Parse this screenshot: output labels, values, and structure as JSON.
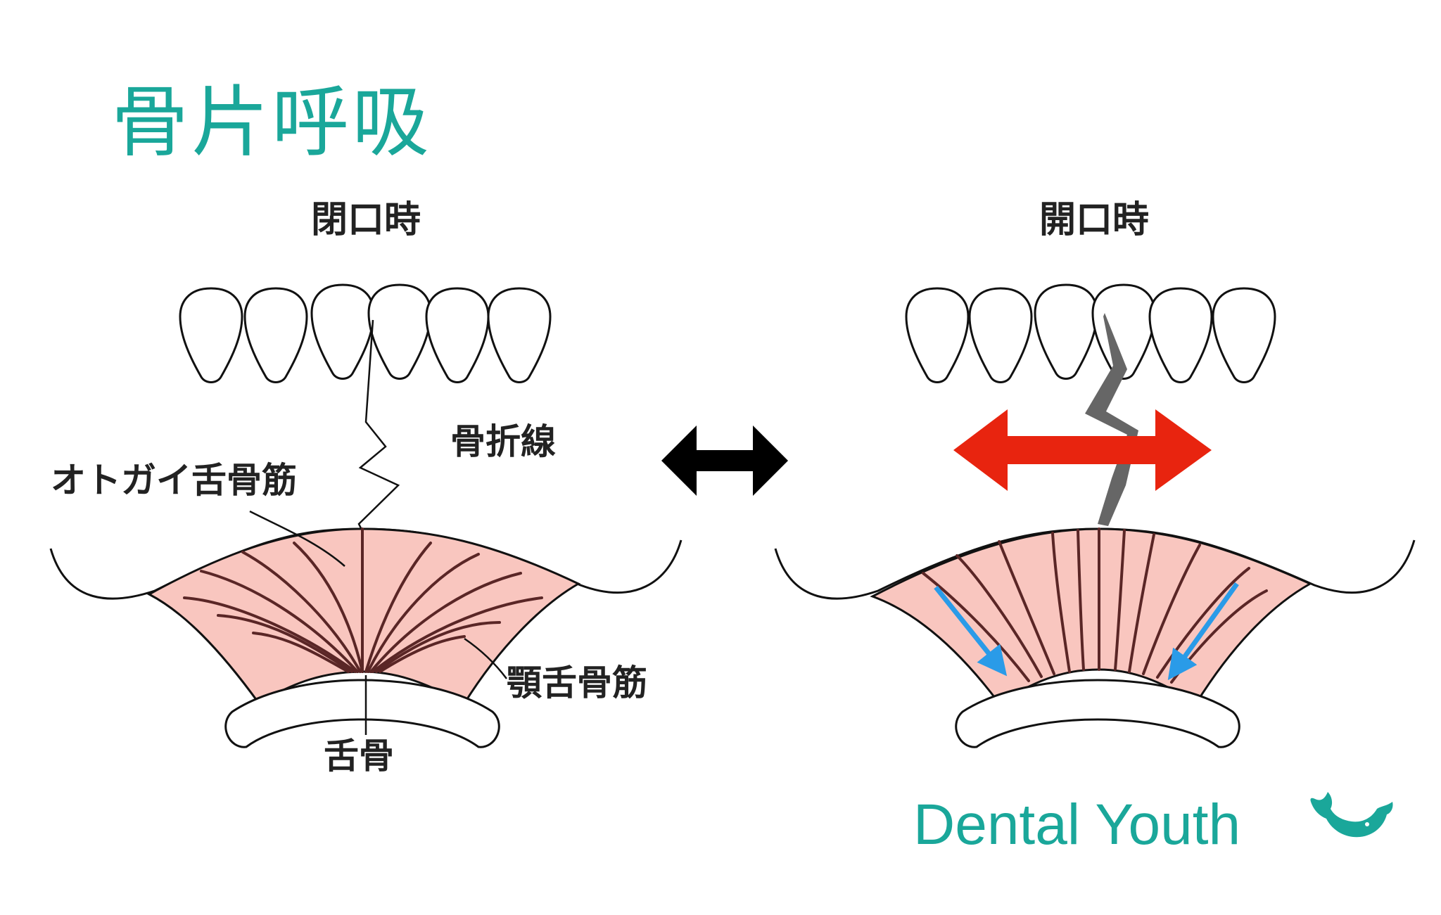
{
  "title": "骨片呼吸",
  "panels": {
    "left": {
      "heading": "閉口時"
    },
    "right": {
      "heading": "開口時"
    }
  },
  "labels": {
    "fracture_line": "骨折線",
    "geniohyoid": "オトガイ舌骨筋",
    "mylohyoid": "顎舌骨筋",
    "hyoid": "舌骨"
  },
  "brand": {
    "name": "Dental Youth",
    "logo_icon": "whale-icon"
  },
  "colors": {
    "title": "#1aa79a",
    "muscle": "#f9c6bf",
    "fiber": "#5a2626",
    "force_arrow": "#e8240f",
    "pull_arrow": "#2a9be8",
    "fracture_shadow": "#666666",
    "toggle_arrow": "#000000"
  }
}
